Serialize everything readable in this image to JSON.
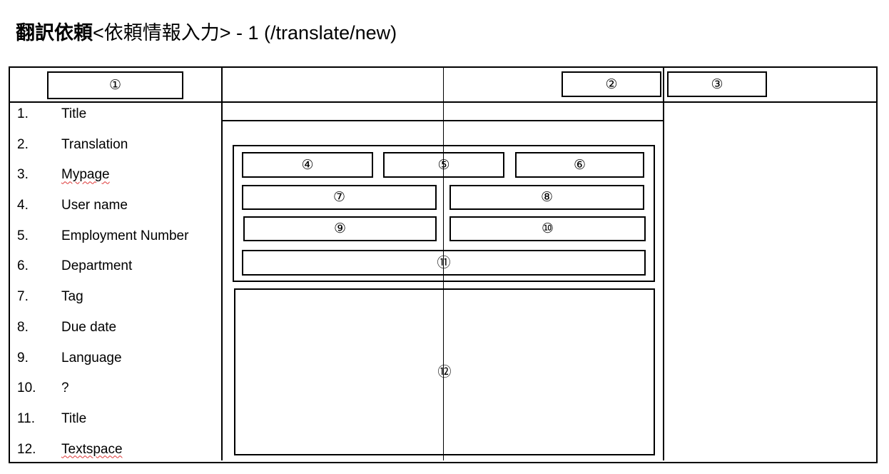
{
  "page": {
    "title_bold": "翻訳依頼",
    "title_rest": "<依頼情報入力> - 1 (/translate/new)"
  },
  "markers": {
    "m1": "①",
    "m2": "②",
    "m3": "③",
    "m4": "④",
    "m5": "⑤",
    "m6": "⑥",
    "m7": "⑦",
    "m8": "⑧",
    "m9": "⑨",
    "m10": "⑩",
    "m11": "⑪",
    "m12": "⑫"
  },
  "legend": {
    "items": [
      {
        "num": "1.",
        "label": "Title",
        "spellcheck": false
      },
      {
        "num": "2.",
        "label": "Translation",
        "spellcheck": false
      },
      {
        "num": "3.",
        "label": "Mypage",
        "spellcheck": true
      },
      {
        "num": "4.",
        "label": "User name",
        "spellcheck": false
      },
      {
        "num": "5.",
        "label": "Employment Number",
        "spellcheck": false
      },
      {
        "num": "6.",
        "label": "Department",
        "spellcheck": false
      },
      {
        "num": "7.",
        "label": "Tag",
        "spellcheck": false
      },
      {
        "num": "8.",
        "label": "Due date",
        "spellcheck": false
      },
      {
        "num": "9.",
        "label": "Language",
        "spellcheck": false
      },
      {
        "num": "10.",
        "label": "?",
        "spellcheck": false
      },
      {
        "num": "11.",
        "label": "Title",
        "spellcheck": false
      },
      {
        "num": "12.",
        "label": "Textspace",
        "spellcheck": true
      }
    ]
  }
}
